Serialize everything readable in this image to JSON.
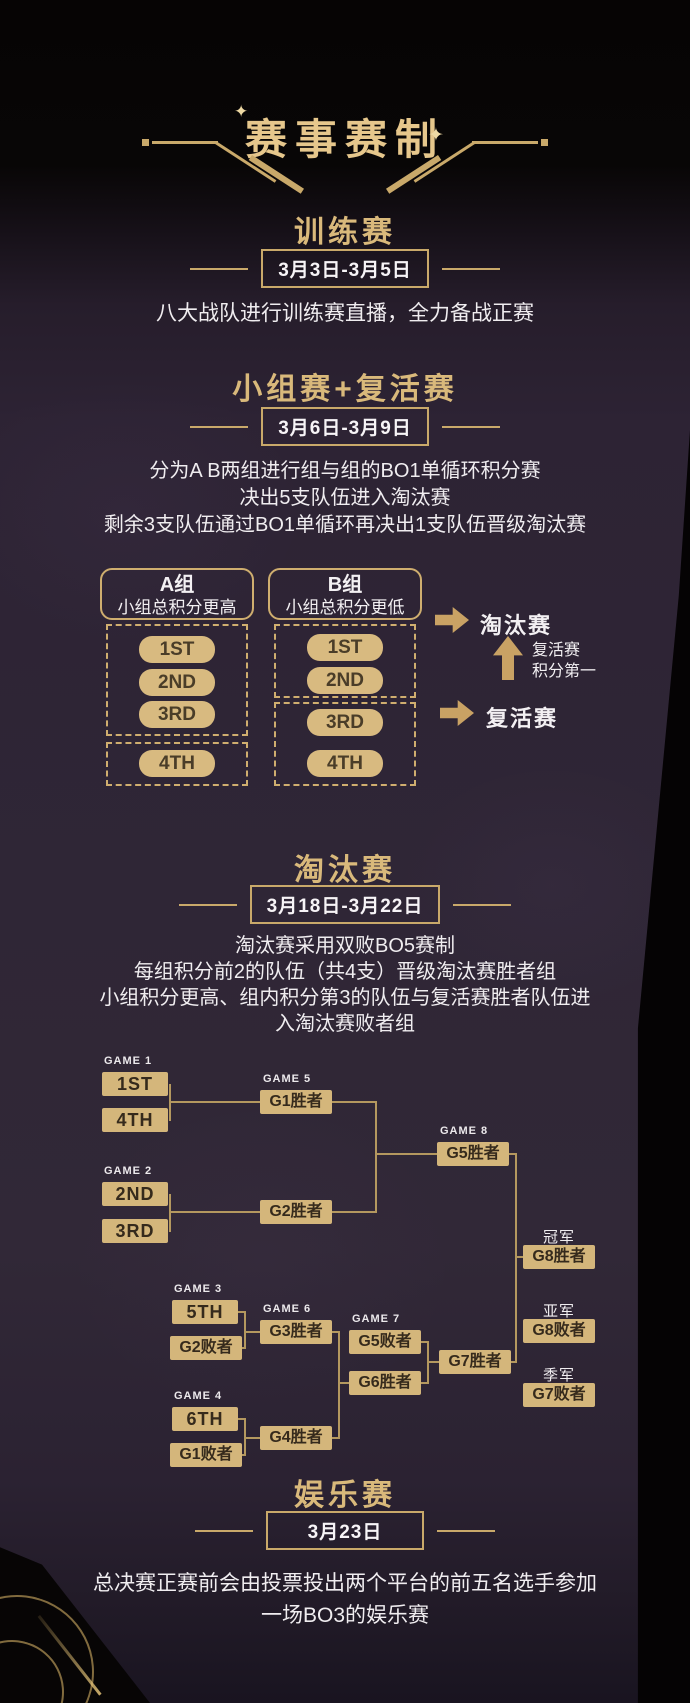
{
  "decor": {
    "sparkle": "✦"
  },
  "title": "赛事赛制",
  "training": {
    "heading": "训练赛",
    "date": "3月3日-3月5日",
    "line1": "八大战队进行训练赛直播，全力备战正赛"
  },
  "group_stage": {
    "heading": "小组赛+复活赛",
    "date": "3月6日-3月9日",
    "line1": "分为A B两组进行组与组的BO1单循环积分赛",
    "line2": "决出5支队伍进入淘汰赛",
    "line3": "剩余3支队伍通过BO1单循环再决出1支队伍晋级淘汰赛",
    "group_a": {
      "name": "A组",
      "rule": "小组总积分更高",
      "rank1": "1ST",
      "rank2": "2ND",
      "rank3": "3RD",
      "rank4": "4TH"
    },
    "group_b": {
      "name": "B组",
      "rule": "小组总积分更低",
      "rank1": "1ST",
      "rank2": "2ND",
      "rank3": "3RD",
      "rank4": "4TH"
    },
    "to_knockout": "淘汰赛",
    "to_revival": "复活赛",
    "revival_first_line1": "复活赛",
    "revival_first_line2": "积分第一"
  },
  "knockout": {
    "heading": "淘汰赛",
    "date": "3月18日-3月22日",
    "line1": "淘汰赛采用双败BO5赛制",
    "line2": "每组积分前2的队伍（共4支）晋级淘汰赛胜者组",
    "line3": "小组积分更高、组内积分第3的队伍与复活赛胜者队伍进",
    "line4": "入淘汰赛败者组",
    "bracket": {
      "game1": "GAME 1",
      "game2": "GAME 2",
      "game3": "GAME 3",
      "game4": "GAME 4",
      "game5": "GAME 5",
      "game6": "GAME 6",
      "game7": "GAME 7",
      "game8": "GAME 8",
      "g1_a": "1ST",
      "g1_b": "4TH",
      "g2_a": "2ND",
      "g2_b": "3RD",
      "g5_a": "G1胜者",
      "g5_b": "G2胜者",
      "g3_a": "5TH",
      "g3_b": "G2败者",
      "g4_a": "6TH",
      "g4_b": "G1败者",
      "g6_a": "G3胜者",
      "g6_b": "G4胜者",
      "g7_a": "G5败者",
      "g7_b": "G6胜者",
      "g8_a": "G5胜者",
      "g8_b": "G7胜者",
      "champion": "冠军",
      "champion_box": "G8胜者",
      "runner_up": "亚军",
      "runner_up_box": "G8败者",
      "third": "季军",
      "third_box": "G7败者"
    }
  },
  "entertainment": {
    "heading": "娱乐赛",
    "date": "3月23日",
    "line1": "总决赛正赛前会由投票投出两个平台的前五名选手参加",
    "line2": "一场BO3的娱乐赛"
  },
  "colors": {
    "gold_accent": "#c9a96a",
    "heading_gold": "#d9b97b",
    "box_fill": "#d4b67b",
    "bracket_line": "#b4985f",
    "text_white": "#f0edf0",
    "bg_purple": "#2d2334",
    "bg_black": "#060404"
  }
}
